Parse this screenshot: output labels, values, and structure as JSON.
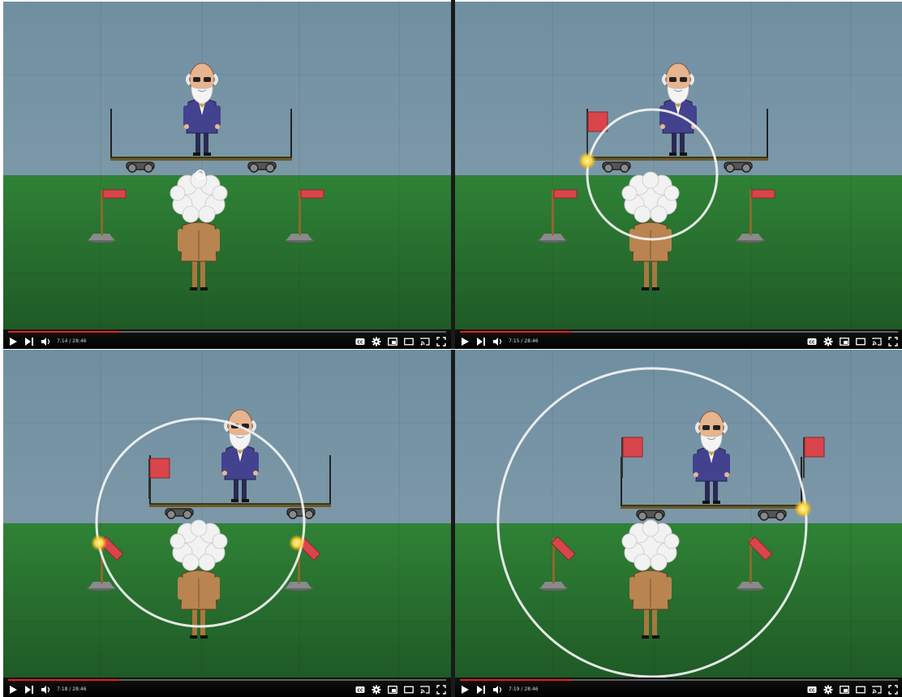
{
  "frames": [
    {
      "id": "p1",
      "time_display": "7:14 / 28:46",
      "progress": 0.253,
      "light_circle": "point",
      "flags_state": "upright",
      "flags_on_cart": false,
      "flashes": []
    },
    {
      "id": "p2",
      "time_display": "7:15 / 28:46",
      "progress": 0.253,
      "light_circle": "small",
      "flags_state": "upright",
      "flags_on_cart": "left",
      "flashes": [
        "left-of-cart"
      ]
    },
    {
      "id": "p3",
      "time_display": "7:18 / 28:46",
      "progress": 0.253,
      "light_circle": "medium",
      "flags_state": "tilted",
      "flags_on_cart": "left",
      "flashes": [
        "left-ground-flag",
        "right-ground-flag"
      ]
    },
    {
      "id": "p4",
      "time_display": "7:19 / 28:46",
      "progress": 0.253,
      "light_circle": "large",
      "flags_state": "tilted",
      "flags_on_cart": "both",
      "flashes": [
        "right-of-cart"
      ]
    }
  ],
  "colors": {
    "sky": "#7593a4",
    "grass": "#2d7a33",
    "flag": "#d8454a",
    "progress": "#e62117",
    "controls_bg": "#000000"
  },
  "icons": [
    "play-icon",
    "next-icon",
    "volume-icon",
    "captions-icon",
    "settings-icon",
    "miniplayer-icon",
    "theater-icon",
    "cast-icon",
    "fullscreen-icon"
  ]
}
